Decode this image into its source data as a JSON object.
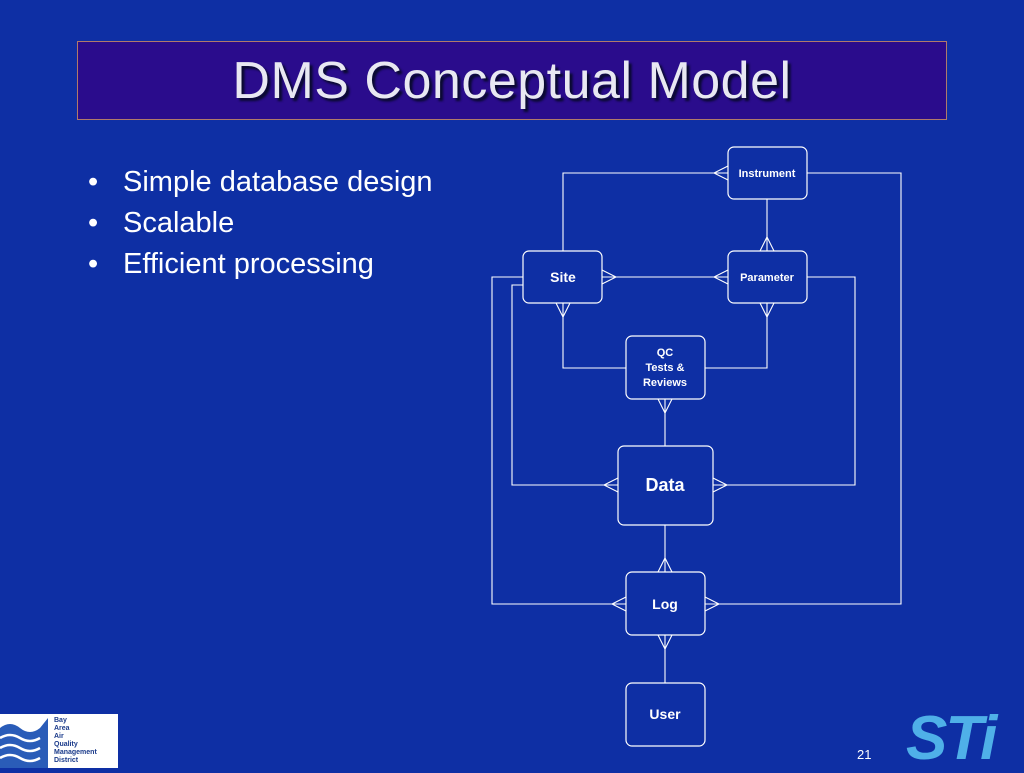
{
  "slide": {
    "title": "DMS Conceptual Model",
    "bullets": [
      "Simple database design",
      "Scalable",
      "Efficient processing"
    ],
    "page_number": "21"
  },
  "diagram": {
    "nodes": {
      "instrument": "Instrument",
      "site": "Site",
      "parameter": "Parameter",
      "qc": [
        "QC",
        "Tests &",
        "Reviews"
      ],
      "data": "Data",
      "log": "Log",
      "user": "User"
    }
  },
  "logos": {
    "baaqmd_text": "Bay\nArea\nAir\nQuality\nManagement\nDistrict",
    "sti_text": "STi",
    "sti_color": "#4fb0e8"
  },
  "colors": {
    "background": "#0e2fa4",
    "title_box": "#2a0c8c",
    "line": "#ffffff"
  }
}
